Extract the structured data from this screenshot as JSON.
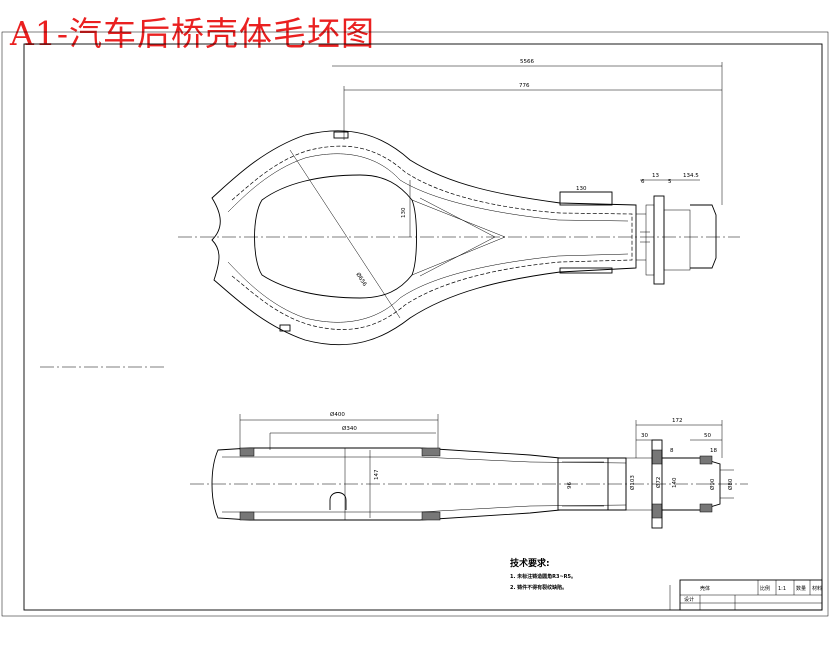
{
  "title": "A1-汽车后桥壳体毛坯图",
  "top_view": {
    "dims": {
      "overall": "5566",
      "half": "776",
      "boss": "130",
      "height": "130",
      "diag": "Ø656",
      "flange_a": "6",
      "flange_b": "13",
      "flange_c": "5",
      "end": "134.5"
    }
  },
  "section_view": {
    "dims": {
      "d400": "Ø400",
      "d340": "Ø340",
      "mid": "147",
      "tube_d": "96",
      "d103": "Ø103",
      "d72": "Ø72",
      "d140": "140",
      "d90": "Ø90",
      "d80": "Ø80",
      "len172": "172",
      "w30": "30",
      "w50": "50",
      "w8": "8",
      "w18": "18"
    }
  },
  "tech_notes": {
    "heading": "技术要求:",
    "items": [
      "1. 未标注铸造圆角R3~R5。",
      "2. 铸件不得有裂纹缺陷。"
    ]
  },
  "title_block": {
    "name": "壳体",
    "cells": [
      "比例",
      "1:1",
      "数量",
      "材料"
    ],
    "sign": "设计"
  }
}
